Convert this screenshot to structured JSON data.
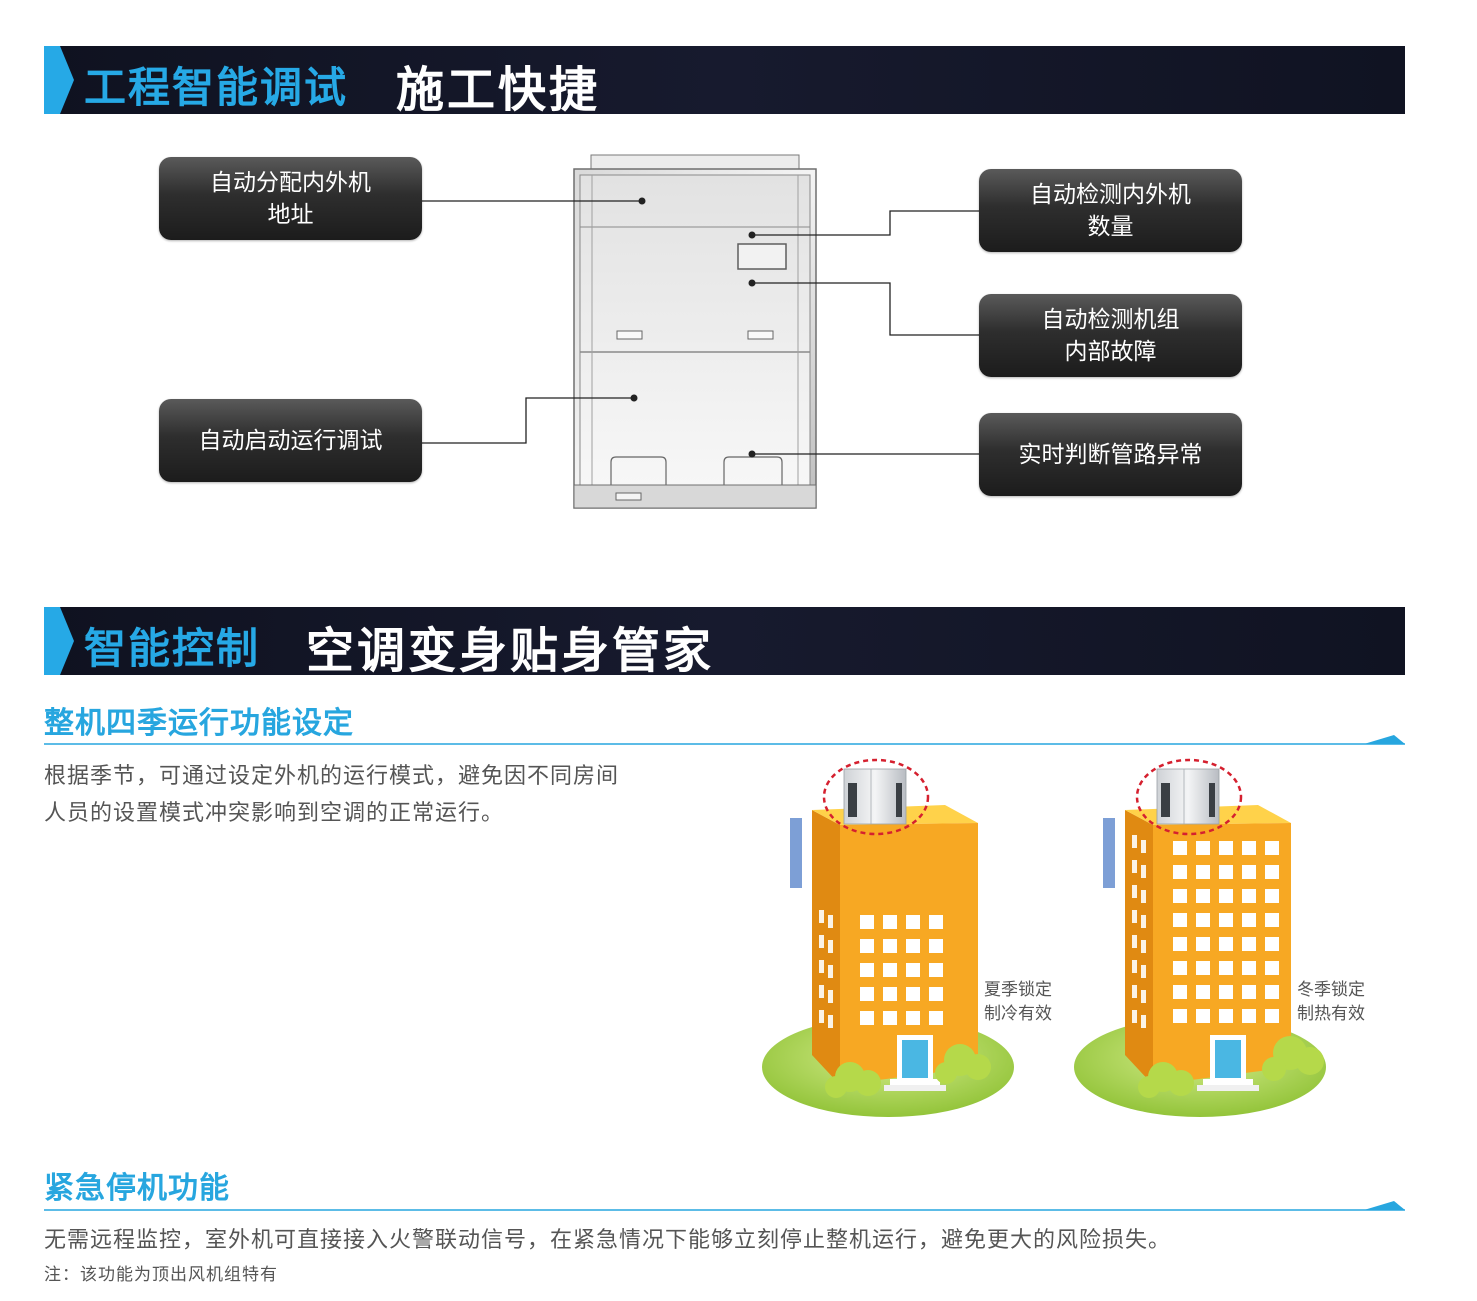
{
  "section1": {
    "title_blue": "工程智能调试",
    "title_white": "施工快捷",
    "callouts": {
      "address": [
        "自动分配内外机",
        "地址"
      ],
      "startup": [
        "自动启动运行调试"
      ],
      "count": [
        "自动检测内外机",
        "数量"
      ],
      "fault": [
        "自动检测机组",
        "内部故障"
      ],
      "pipe": [
        "实时判断管路异常"
      ]
    }
  },
  "section2": {
    "title_blue": "智能控制",
    "title_white": "空调变身贴身管家",
    "season": {
      "heading": "整机四季运行功能设定",
      "text_line1": "根据季节，可通过设定外机的运行模式，避免因不同房间",
      "text_line2": "人员的设置模式冲突影响到空调的正常运行。",
      "summary_label": [
        "夏季锁定",
        "制冷有效"
      ],
      "winter_label": [
        "冬季锁定",
        "制热有效"
      ]
    },
    "emergency": {
      "heading": "紧急停机功能",
      "text": "无需远程监控，室外机可直接接入火警联动信号，在紧急情况下能够立刻停止整机运行，避免更大的风险损失。",
      "note": "注：该功能为顶出风机组特有"
    }
  },
  "colors": {
    "accent_blue": "#27a6df",
    "banner_dark": "#131628",
    "building_orange": "#f7a823",
    "grass_green": "#a6d44c"
  }
}
